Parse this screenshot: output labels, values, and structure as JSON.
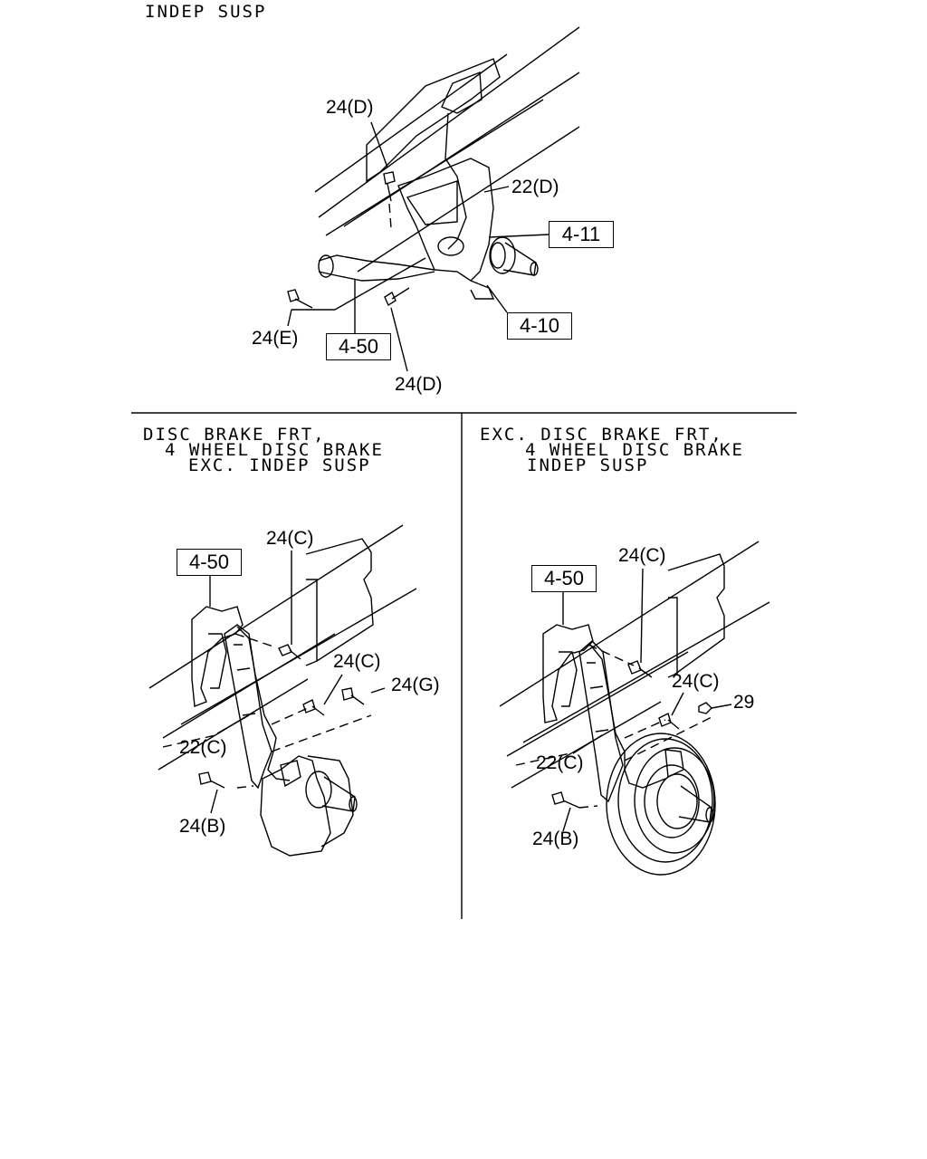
{
  "top": {
    "caption": "INDEP SUSP",
    "labels": {
      "d_upper": "24(D)",
      "d_wire": "22(D)",
      "ref_411": "4-11",
      "ref_410": "4-10",
      "ref_450": "4-50",
      "e": "24(E)",
      "d_lower": "24(D)"
    }
  },
  "left": {
    "caption": [
      "DISC BRAKE FRT,",
      "4 WHEEL DISC BRAKE",
      "EXC. INDEP SUSP"
    ],
    "labels": {
      "ref_450": "4-50",
      "c_top": "24(C)",
      "c_mid": "24(C)",
      "g": "24(G)",
      "wire": "22(C)",
      "b": "24(B)"
    }
  },
  "right": {
    "caption": [
      "EXC. DISC BRAKE FRT,",
      "4 WHEEL DISC BRAKE",
      "INDEP SUSP"
    ],
    "labels": {
      "ref_450": "4-50",
      "c_top": "24(C)",
      "c_mid": "24(C)",
      "nut": "29",
      "wire": "22(C)",
      "b": "24(B)"
    }
  }
}
